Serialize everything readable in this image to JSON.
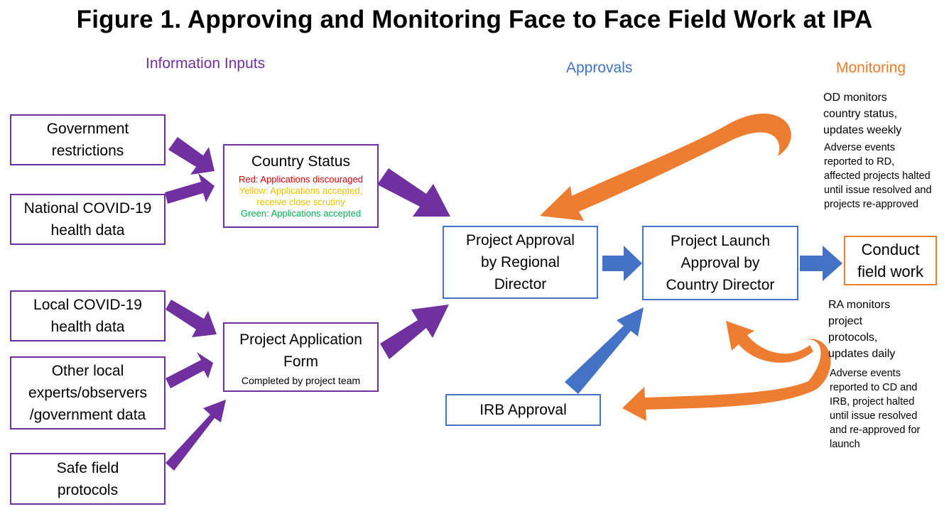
{
  "title": "Figure 1. Approving and Monitoring Face to Face Field Work at IPA",
  "sections": {
    "inputs": "Information Inputs",
    "approvals": "Approvals",
    "monitoring": "Monitoring"
  },
  "inputs": {
    "government": "Government\nrestrictions",
    "national": "National COVID-19\nhealth data",
    "local": "Local COVID-19\nhealth data",
    "other": "Other local\nexperts/observers\n/government data",
    "safe": "Safe field\nprotocols"
  },
  "country_status": {
    "title": "Country Status",
    "red": "Red: Applications discouraged",
    "yellow": "Yellow: Applications accepted,\nreceive close scrutiny",
    "green": "Green: Applications accepted"
  },
  "project_form": {
    "title": "Project Application\nForm",
    "subtitle": "Completed by project team"
  },
  "approvals": {
    "regional": "Project Approval\nby Regional\nDirector",
    "launch": "Project Launch\nApproval by\nCountry Director",
    "irb": "IRB Approval"
  },
  "field_work": "Conduct\nfield work",
  "monitoring": {
    "od_heading": "OD monitors\ncountry status,\nupdates weekly",
    "od_detail": "Adverse events\nreported to RD,\naffected projects halted\nuntil issue resolved and\nprojects re-approved",
    "ra_heading": "RA monitors\nproject\nprotocols,\nupdates daily",
    "ra_detail": "Adverse events\nreported to CD and\nIRB, project halted\nuntil issue resolved\nand re-approved for\nlaunch"
  },
  "colors": {
    "purple": "#7030a0",
    "blue": "#4472c4",
    "orange": "#ed7d31",
    "red": "#e00000",
    "yellow": "#f0c000",
    "green": "#00b050"
  }
}
